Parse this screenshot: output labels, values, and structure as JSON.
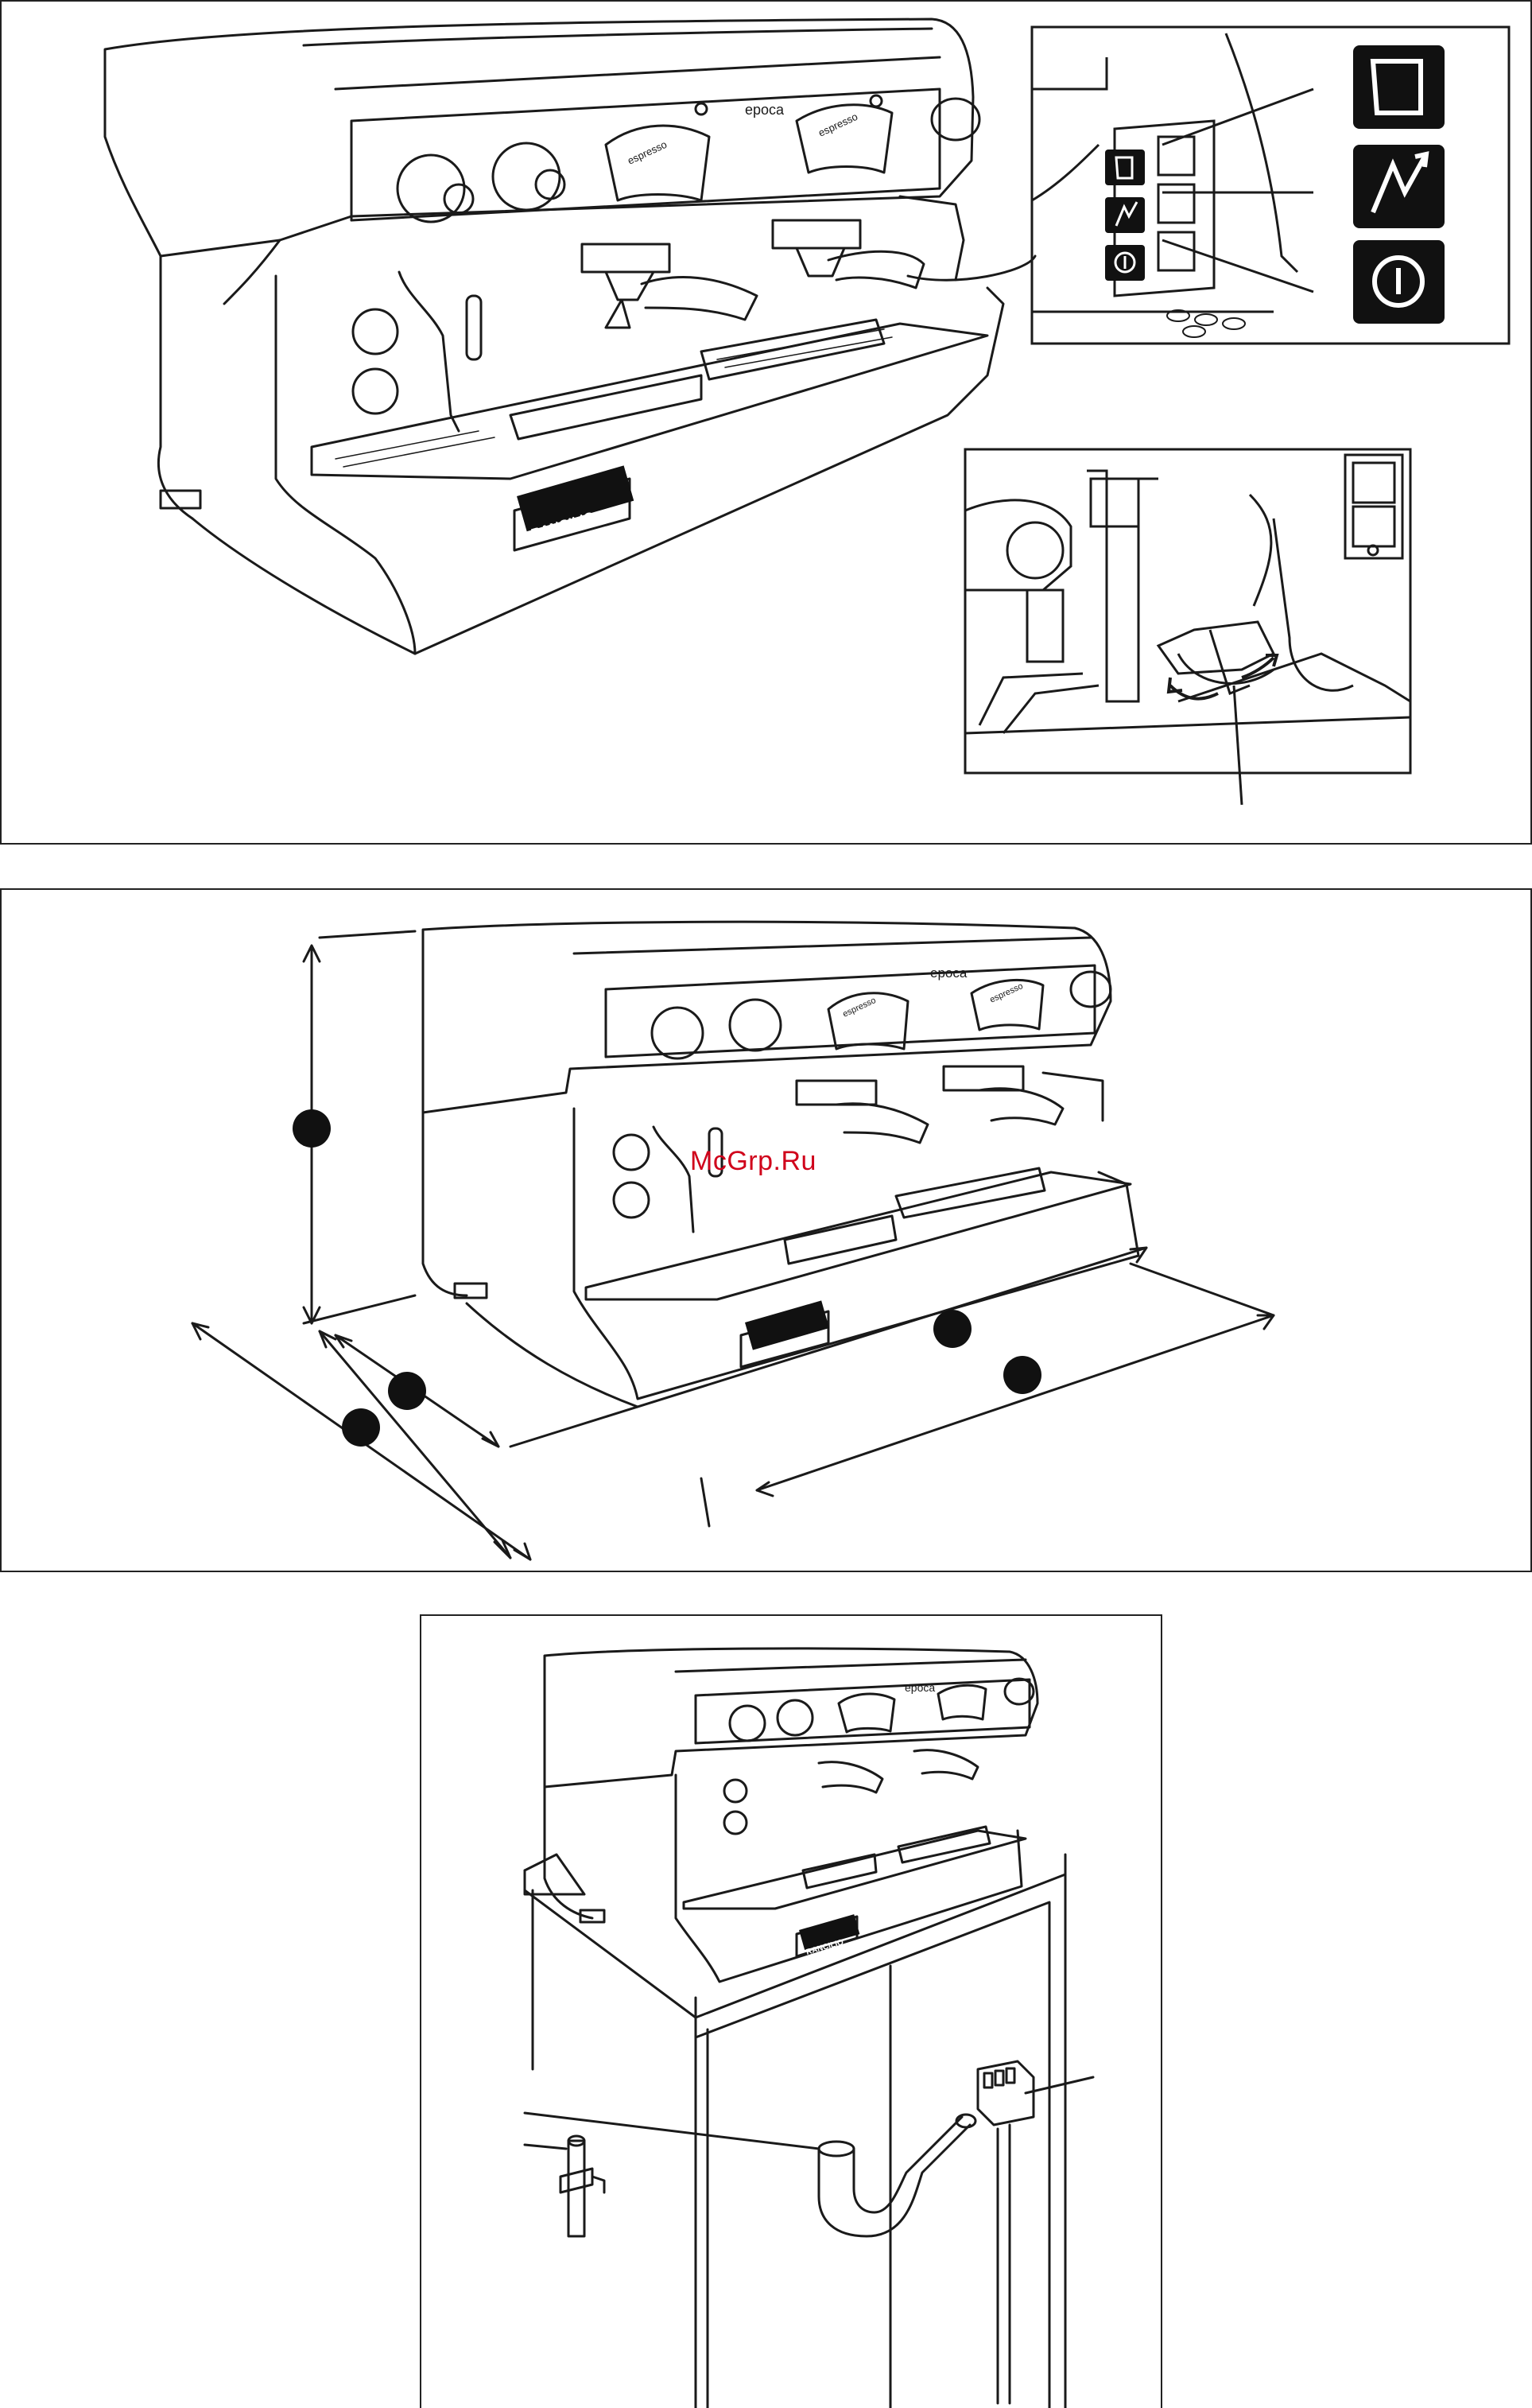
{
  "machine": {
    "model_label": "epoca",
    "group_label": "espresso",
    "brand_label": "RANCILIO"
  },
  "watermark": "McGrp.Ru",
  "colors": {
    "line": "#1a1a1a",
    "icon_bg": "#111111",
    "watermark": "#d0021b"
  },
  "icons": {
    "switch_icons": [
      "cup-fill-icon",
      "lightning-plug-icon",
      "power-icon"
    ]
  }
}
